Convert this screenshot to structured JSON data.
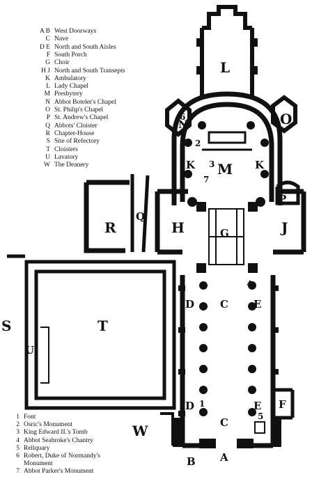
{
  "legend_top": [
    {
      "key": "A B",
      "text": "West Doorways"
    },
    {
      "key": "C",
      "text": "Nave"
    },
    {
      "key": "D E",
      "text": "North and South Aisles"
    },
    {
      "key": "F",
      "text": "South Porch"
    },
    {
      "key": "G",
      "text": "Choir"
    },
    {
      "key": "H J",
      "text": "North and South Transepts"
    },
    {
      "key": "K",
      "text": "Ambulatory"
    },
    {
      "key": "L",
      "text": "Lady Chapel"
    },
    {
      "key": "M",
      "text": "Presbytery"
    },
    {
      "key": "N",
      "text": "Abbot Boteler's Chapel"
    },
    {
      "key": "O",
      "text": "St. Philip's Chapel"
    },
    {
      "key": "P",
      "text": "St. Andrew's Chapel"
    },
    {
      "key": "Q",
      "text": "Abbots' Cloister"
    },
    {
      "key": "R",
      "text": "Chapter-House"
    },
    {
      "key": "S",
      "text": "Site of Refectory"
    },
    {
      "key": "T",
      "text": "Cloisters"
    },
    {
      "key": "U",
      "text": "Lavatory"
    },
    {
      "key": "W",
      "text": "The Deanery"
    }
  ],
  "legend_bottom": [
    {
      "key": "1",
      "text": "Font"
    },
    {
      "key": "2",
      "text": "Osric's Monument"
    },
    {
      "key": "3",
      "text": "King Edward II.'s Tomb"
    },
    {
      "key": "4",
      "text": "Abbot Seabroke's Chantry"
    },
    {
      "key": "5",
      "text": "Reliquary"
    },
    {
      "key": "6",
      "text": "Robert, Duke of Normandy's"
    },
    {
      "key": "",
      "text": "Monument"
    },
    {
      "key": "7",
      "text": "Abbot Parker's Monument"
    }
  ],
  "plan_labels": {
    "A": "A",
    "B": "B",
    "C": "C",
    "D": "D",
    "E": "E",
    "F": "F",
    "G": "G",
    "H": "H",
    "J": "J",
    "K": "K",
    "L": "L",
    "M": "M",
    "N": "N",
    "O": "O",
    "P": "P",
    "Q": "Q",
    "R": "R",
    "S": "S",
    "T": "T",
    "U": "U",
    "W": "W"
  },
  "plan_numbers": {
    "n1": "1",
    "n2": "2",
    "n3": "3",
    "n4": "4",
    "n5": "5",
    "n6": "6",
    "n7": "7"
  }
}
